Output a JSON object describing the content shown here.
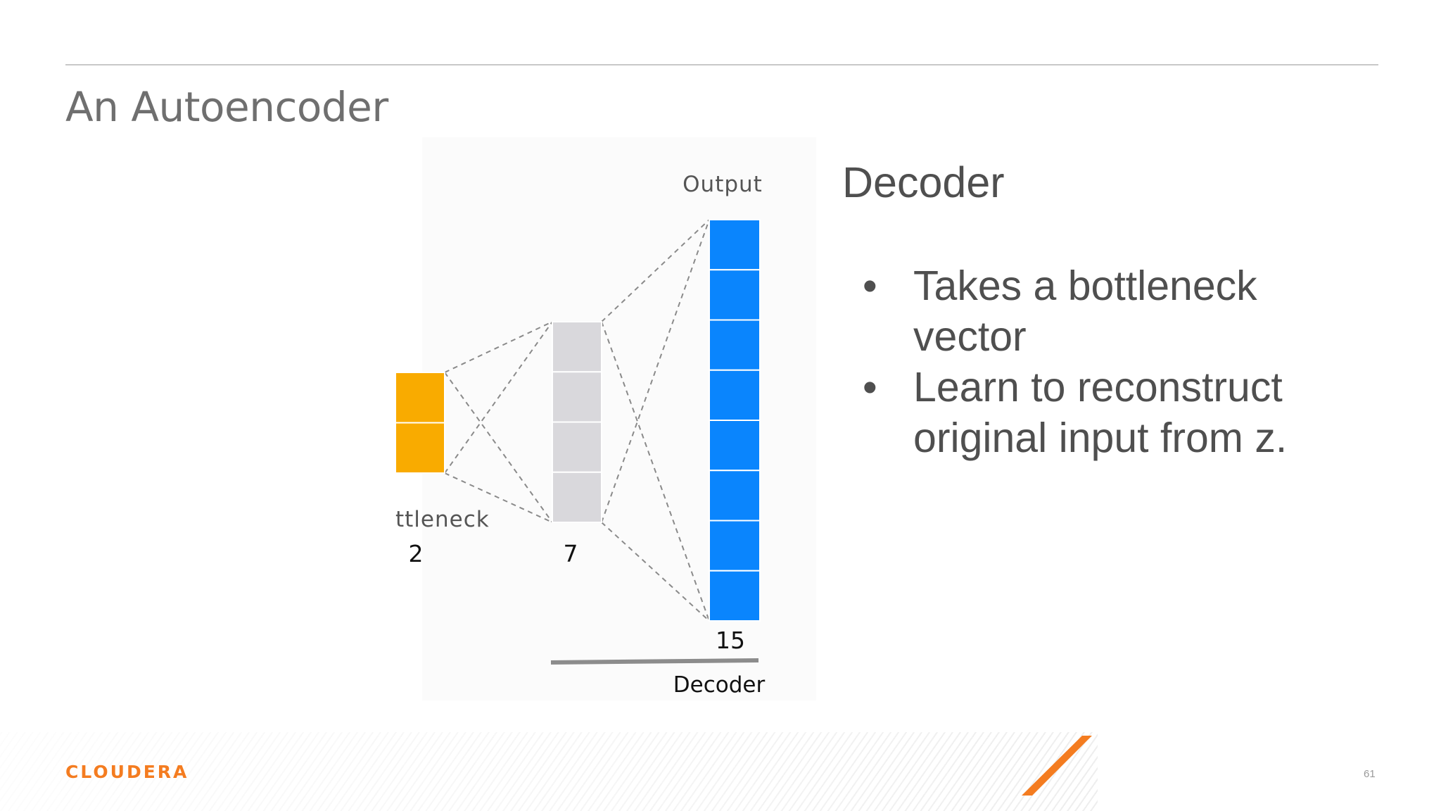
{
  "slide": {
    "title": "An Autoencoder",
    "page_number": "61"
  },
  "brand": {
    "logo_text": "CLOUDERA",
    "accent_color": "#f47c20"
  },
  "diagram": {
    "output_label": "Output",
    "bottleneck_label": "ttleneck",
    "decoder_label": "Decoder",
    "layers": [
      {
        "size_label": "2",
        "units": 2,
        "color": "#f9ab00"
      },
      {
        "size_label": "7",
        "units": 4,
        "color": "#d9d8dc"
      },
      {
        "size_label": "15",
        "units": 8,
        "color": "#0a85fd"
      }
    ],
    "connection_style": "dashed",
    "connection_color": "#8a8a8a"
  },
  "panel": {
    "heading": "Decoder",
    "bullet_symbol": "•",
    "bullets": [
      "Takes a bottleneck vector",
      "Learn to reconstruct original input from z."
    ]
  }
}
